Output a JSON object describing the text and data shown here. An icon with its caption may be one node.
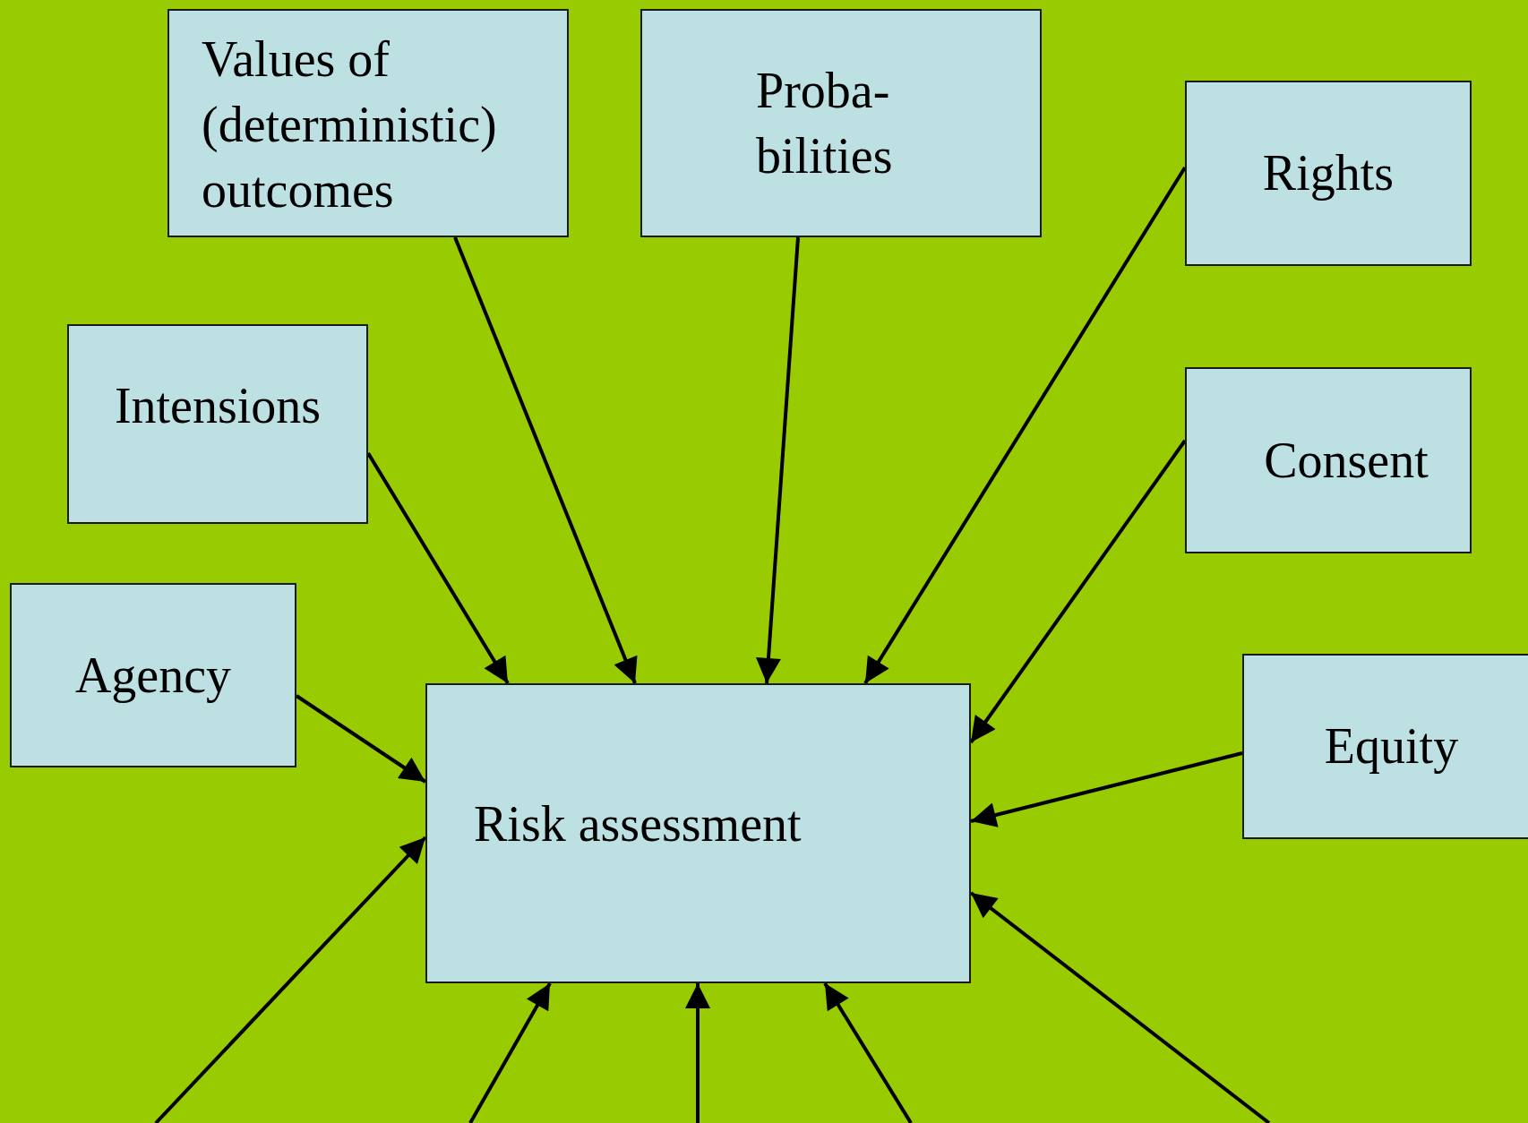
{
  "diagram": {
    "nodes": [
      {
        "text": [
          "Values of (deterministic) outcomes"
        ]
      },
      {
        "text": [
          "Proba- bilities"
        ]
      },
      {
        "text": [
          "Rights"
        ]
      },
      {
        "text": [
          "Intensions"
        ]
      },
      {
        "text": [
          "Consent"
        ]
      },
      {
        "text": [
          "Agency"
        ]
      },
      {
        "text": [
          "Equity"
        ]
      },
      {
        "text": [
          "Risk assessment"
        ]
      }
    ],
    "edges": [
      {
        "from": 0,
        "to": 7,
        "arrow": "to"
      },
      {
        "from": 1,
        "to": 7,
        "arrow": "to"
      },
      {
        "from": 2,
        "to": 7,
        "arrow": "to"
      },
      {
        "from": 3,
        "to": 7,
        "arrow": "to"
      },
      {
        "from": 4,
        "to": 7,
        "arrow": "to"
      },
      {
        "from": 5,
        "to": 7,
        "arrow": "to"
      },
      {
        "from": 6,
        "to": 7,
        "arrow": "to"
      },
      {
        "from": null,
        "to": 7,
        "arrow": "to"
      },
      {
        "from": null,
        "to": 7,
        "arrow": "to"
      },
      {
        "from": null,
        "to": 7,
        "arrow": "to"
      },
      {
        "from": null,
        "to": 7,
        "arrow": "to"
      },
      {
        "from": null,
        "to": 7,
        "arrow": "to"
      }
    ]
  }
}
